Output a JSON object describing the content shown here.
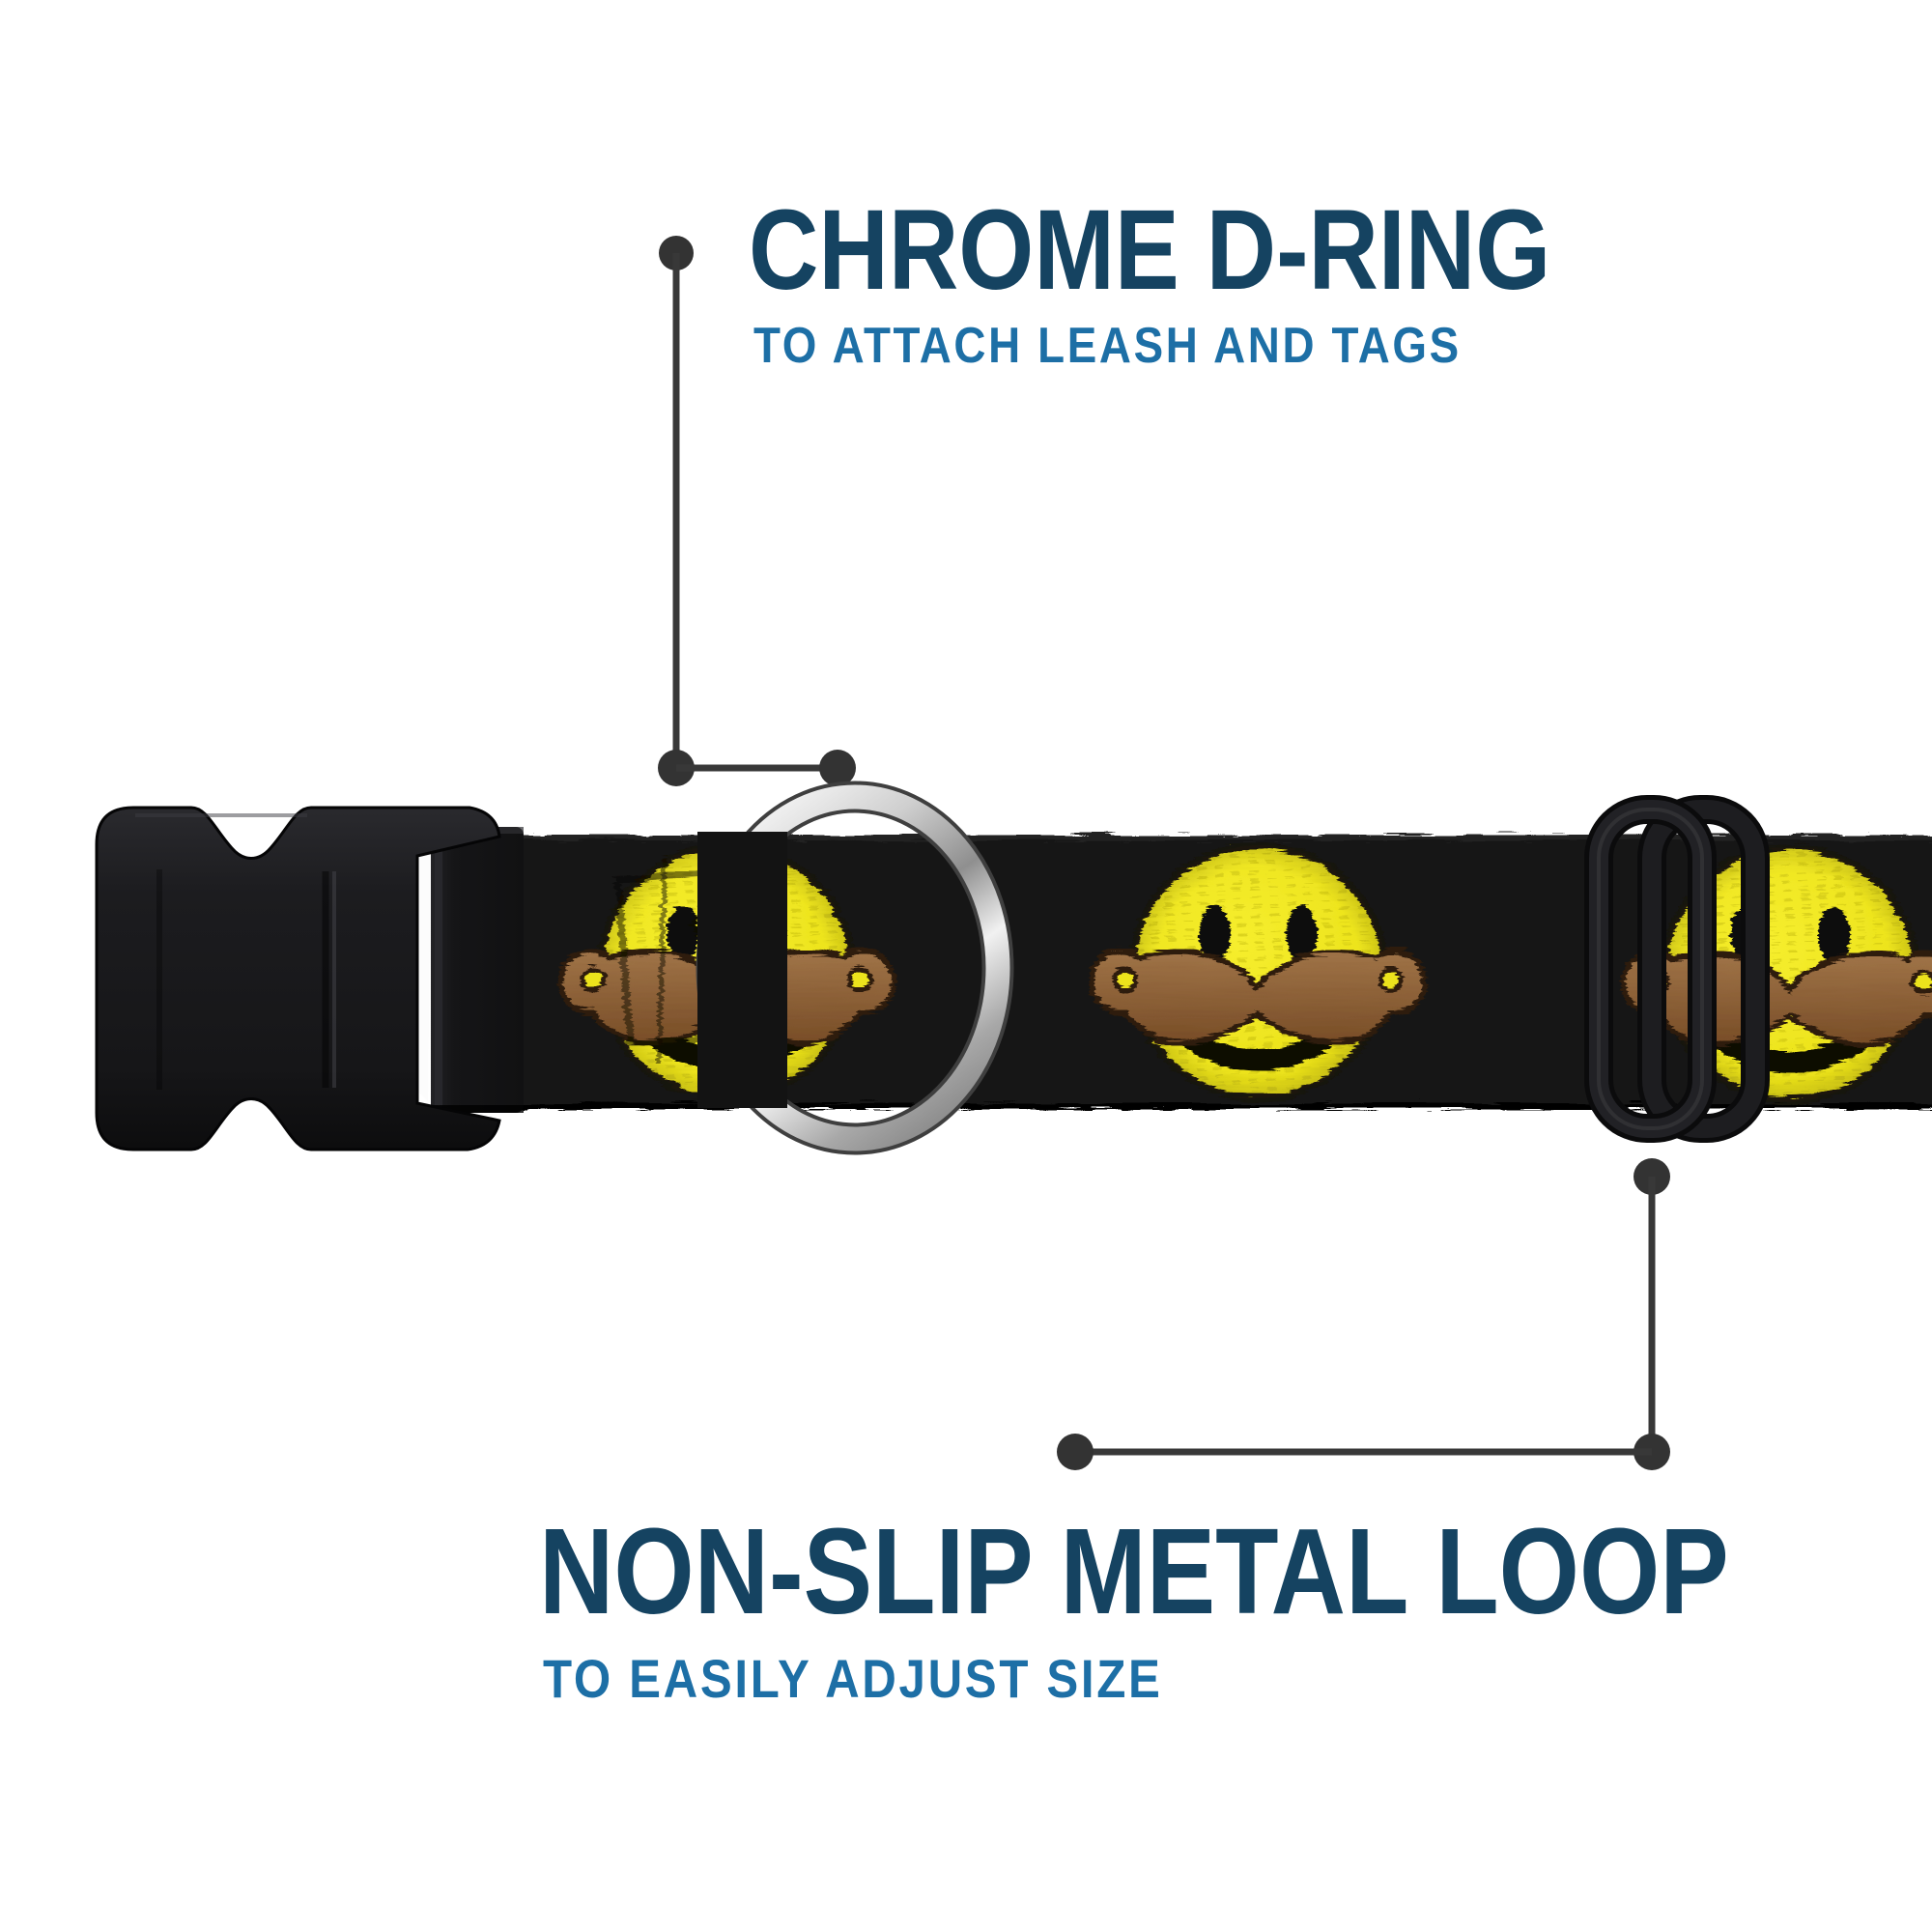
{
  "annotations": {
    "top": {
      "title": "CHROME D-RING",
      "subtitle": "TO ATTACH LEASH AND TAGS"
    },
    "bottom": {
      "title": "NON-SLIP METAL LOOP",
      "subtitle": "TO EASILY ADJUST SIZE"
    }
  },
  "product": {
    "type": "dog-collar",
    "pattern": "mustache-smiley-faces",
    "smiley_count": 3,
    "parts": [
      {
        "icon": "side-release-buckle-icon",
        "material": "black plastic"
      },
      {
        "icon": "chrome-d-ring-icon",
        "material": "chrome metal"
      },
      {
        "icon": "tri-glide-slider-icon",
        "material": "black plastic"
      },
      {
        "icon": "mustache-smiley-icon",
        "material": "woven webbing"
      }
    ]
  },
  "colors": {
    "background": "#ffffff",
    "heading_navy": "#154361",
    "subtitle_blue": "#1d6fa6",
    "callout_gray": "#383838",
    "strap_black": "#131313",
    "smiley_yellow": "#ece31b",
    "mustache_brown": "#8a5e35",
    "chrome_silver": "#d8d8d8"
  }
}
